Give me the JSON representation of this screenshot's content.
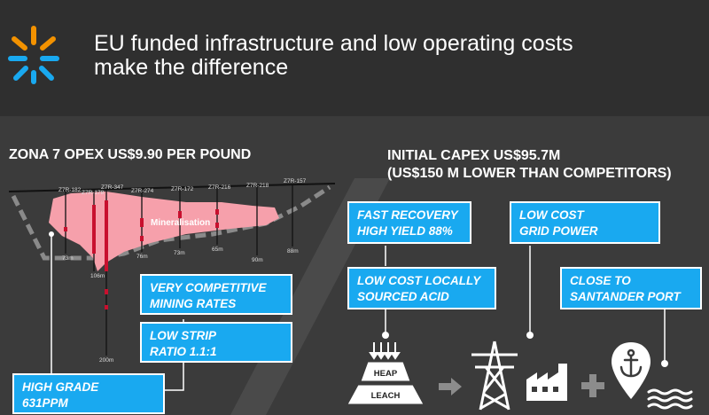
{
  "header": {
    "title_line1": "EU funded infrastructure and low operating costs",
    "title_line2": "make the difference"
  },
  "left": {
    "heading": "ZONA 7 OPEX US$9.90 PER POUND",
    "drillholes": [
      "Z7R-182",
      "Z7R-178",
      "Z7R-347",
      "Z7R-274",
      "Z7R-172",
      "Z7R-216",
      "Z7R-218",
      "Z7R-157"
    ],
    "depths": [
      "73m",
      "106m",
      "200m",
      "76m",
      "73m",
      "65m",
      "90m",
      "88m"
    ],
    "ore_label": "Mineralisation",
    "boxes": {
      "mining_line1": "VERY COMPETITIVE",
      "mining_line2": "MINING RATES",
      "strip_line1": "LOW STRIP",
      "strip_line2": "RATIO 1.1:1",
      "grade_line1": "HIGH GRADE",
      "grade_line2": "631PPM"
    }
  },
  "right": {
    "heading_line1": "INITIAL CAPEX US$95.7M",
    "heading_line2": "(US$150 M LOWER THAN COMPETITORS)",
    "boxes": {
      "recovery_line1": "FAST RECOVERY",
      "recovery_line2": "HIGH YIELD 88%",
      "power_line1": "LOW COST",
      "power_line2": "GRID POWER",
      "acid_line1": "LOW COST LOCALLY",
      "acid_line2": "SOURCED ACID",
      "port_line1": "CLOSE TO",
      "port_line2": "SANTANDER PORT"
    },
    "heap_label_top": "HEAP",
    "heap_label_bottom": "LEACH"
  },
  "colors": {
    "accent_blue": "#19a9f0",
    "logo_orange": "#f39200",
    "logo_blue": "#19a9f0",
    "ore_pink": "#f6a0ab",
    "drill_red": "#c8102e"
  },
  "icons": [
    "company-logo-icon",
    "heap-leach-icon",
    "arrow-right-icon",
    "power-pylon-icon",
    "factory-icon",
    "plus-icon",
    "port-anchor-icon"
  ]
}
